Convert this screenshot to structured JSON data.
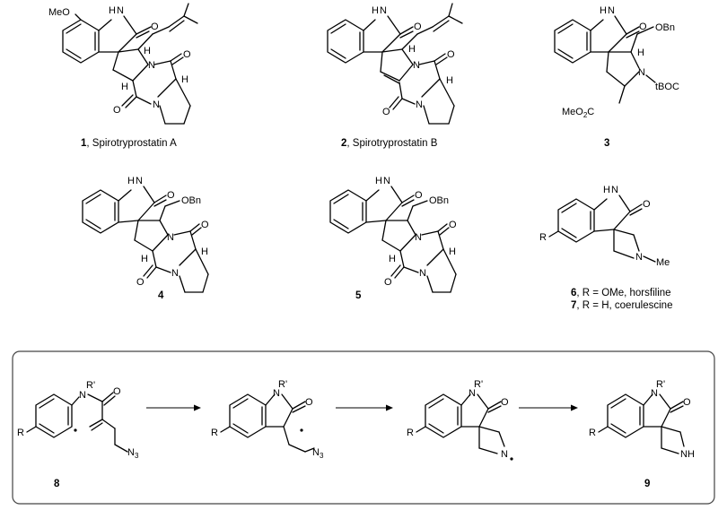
{
  "compounds": [
    {
      "num": "1",
      "name": "Spirotryprostatin A"
    },
    {
      "num": "2",
      "name": "Spirotryprostatin B"
    },
    {
      "num": "3",
      "name": ""
    },
    {
      "num": "4",
      "name": ""
    },
    {
      "num": "5",
      "name": ""
    },
    {
      "num": "6",
      "name": "R = OMe, horsfiline"
    },
    {
      "num": "7",
      "name": "R = H, coerulescine"
    },
    {
      "num": "8",
      "name": ""
    },
    {
      "num": "9",
      "name": ""
    }
  ],
  "atoms": {
    "MeO": "MeO",
    "NH": "H",
    "N": "N",
    "O": "O",
    "H": "H",
    "OBn": "OBn",
    "tBOC": "tBOC",
    "MeO2C": "MeO",
    "sub2": "2",
    "C": "C",
    "R": "R",
    "Me": "Me",
    "Rp": "R'",
    "N3": "N",
    "sub3": "3",
    "NH9": "NH"
  },
  "scheme": {
    "arrows": 3
  }
}
